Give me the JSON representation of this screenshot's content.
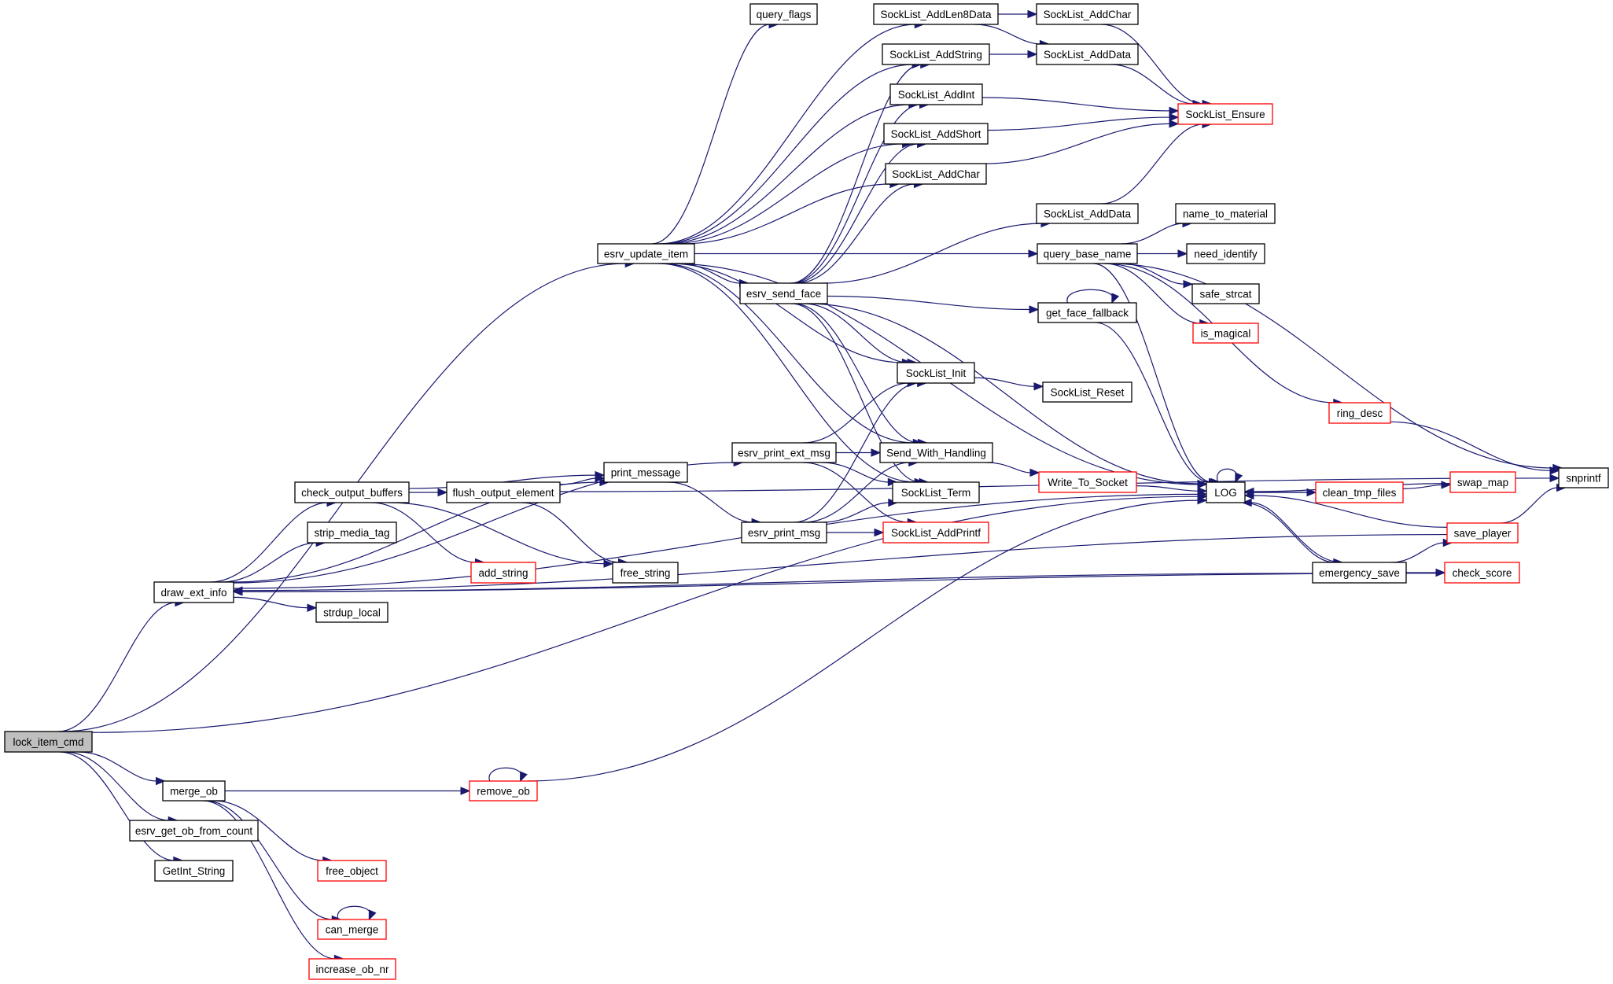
{
  "title": "lock_item_cmd call graph",
  "colors": {
    "edge": "#191970",
    "node_border": "#000000",
    "node_border_truncated": "#ff0000",
    "node_fill": "#ffffff",
    "root_fill": "#bfbfbf"
  },
  "nodes": [
    {
      "id": "lock_item_cmd",
      "label": "lock_item_cmd",
      "kind": "root"
    },
    {
      "id": "esrv_update_item",
      "label": "esrv_update_item",
      "kind": "normal"
    },
    {
      "id": "draw_ext_info",
      "label": "draw_ext_info",
      "kind": "normal"
    },
    {
      "id": "merge_ob",
      "label": "merge_ob",
      "kind": "normal"
    },
    {
      "id": "esrv_get_ob_from_count",
      "label": "esrv_get_ob_from_count",
      "kind": "normal"
    },
    {
      "id": "GetInt_String",
      "label": "GetInt_String",
      "kind": "normal"
    },
    {
      "id": "query_flags",
      "label": "query_flags",
      "kind": "normal"
    },
    {
      "id": "SockList_AddLen8Data",
      "label": "SockList_AddLen8Data",
      "kind": "normal"
    },
    {
      "id": "SockList_AddChar_top",
      "label": "SockList_AddChar",
      "kind": "normal"
    },
    {
      "id": "SockList_AddString",
      "label": "SockList_AddString",
      "kind": "normal"
    },
    {
      "id": "SockList_AddData_top",
      "label": "SockList_AddData",
      "kind": "normal"
    },
    {
      "id": "SockList_AddInt",
      "label": "SockList_AddInt",
      "kind": "normal"
    },
    {
      "id": "SockList_Ensure",
      "label": "SockList_Ensure",
      "kind": "truncated"
    },
    {
      "id": "SockList_AddShort",
      "label": "SockList_AddShort",
      "kind": "normal"
    },
    {
      "id": "SockList_AddChar",
      "label": "SockList_AddChar",
      "kind": "normal"
    },
    {
      "id": "SockList_AddData",
      "label": "SockList_AddData",
      "kind": "normal"
    },
    {
      "id": "name_to_material",
      "label": "name_to_material",
      "kind": "normal"
    },
    {
      "id": "query_base_name",
      "label": "query_base_name",
      "kind": "normal"
    },
    {
      "id": "need_identify",
      "label": "need_identify",
      "kind": "normal"
    },
    {
      "id": "esrv_send_face",
      "label": "esrv_send_face",
      "kind": "normal"
    },
    {
      "id": "safe_strcat",
      "label": "safe_strcat",
      "kind": "normal"
    },
    {
      "id": "get_face_fallback",
      "label": "get_face_fallback",
      "kind": "normal"
    },
    {
      "id": "is_magical",
      "label": "is_magical",
      "kind": "truncated"
    },
    {
      "id": "SockList_Init",
      "label": "SockList_Init",
      "kind": "normal"
    },
    {
      "id": "SockList_Reset",
      "label": "SockList_Reset",
      "kind": "normal"
    },
    {
      "id": "ring_desc",
      "label": "ring_desc",
      "kind": "truncated"
    },
    {
      "id": "esrv_print_ext_msg",
      "label": "esrv_print_ext_msg",
      "kind": "normal"
    },
    {
      "id": "Send_With_Handling",
      "label": "Send_With_Handling",
      "kind": "normal"
    },
    {
      "id": "print_message",
      "label": "print_message",
      "kind": "normal"
    },
    {
      "id": "snprintf",
      "label": "snprintf",
      "kind": "normal"
    },
    {
      "id": "Write_To_Socket",
      "label": "Write_To_Socket",
      "kind": "truncated"
    },
    {
      "id": "swap_map",
      "label": "swap_map",
      "kind": "truncated"
    },
    {
      "id": "check_output_buffers",
      "label": "check_output_buffers",
      "kind": "normal"
    },
    {
      "id": "flush_output_element",
      "label": "flush_output_element",
      "kind": "normal"
    },
    {
      "id": "SockList_Term",
      "label": "SockList_Term",
      "kind": "normal"
    },
    {
      "id": "LOG",
      "label": "LOG",
      "kind": "normal"
    },
    {
      "id": "clean_tmp_files",
      "label": "clean_tmp_files",
      "kind": "truncated"
    },
    {
      "id": "esrv_print_msg",
      "label": "esrv_print_msg",
      "kind": "normal"
    },
    {
      "id": "SockList_AddPrintf",
      "label": "SockList_AddPrintf",
      "kind": "truncated"
    },
    {
      "id": "save_player",
      "label": "save_player",
      "kind": "truncated"
    },
    {
      "id": "strip_media_tag",
      "label": "strip_media_tag",
      "kind": "normal"
    },
    {
      "id": "add_string",
      "label": "add_string",
      "kind": "truncated"
    },
    {
      "id": "free_string",
      "label": "free_string",
      "kind": "normal"
    },
    {
      "id": "emergency_save",
      "label": "emergency_save",
      "kind": "normal"
    },
    {
      "id": "check_score",
      "label": "check_score",
      "kind": "truncated"
    },
    {
      "id": "strdup_local",
      "label": "strdup_local",
      "kind": "normal"
    },
    {
      "id": "remove_ob",
      "label": "remove_ob",
      "kind": "truncated"
    },
    {
      "id": "free_object",
      "label": "free_object",
      "kind": "truncated"
    },
    {
      "id": "can_merge",
      "label": "can_merge",
      "kind": "truncated"
    },
    {
      "id": "increase_ob_nr",
      "label": "increase_ob_nr",
      "kind": "truncated"
    }
  ],
  "edges": [
    {
      "from": "lock_item_cmd",
      "to": "esrv_update_item"
    },
    {
      "from": "lock_item_cmd",
      "to": "draw_ext_info"
    },
    {
      "from": "lock_item_cmd",
      "to": "LOG"
    },
    {
      "from": "lock_item_cmd",
      "to": "merge_ob"
    },
    {
      "from": "lock_item_cmd",
      "to": "esrv_get_ob_from_count"
    },
    {
      "from": "lock_item_cmd",
      "to": "GetInt_String"
    },
    {
      "from": "esrv_update_item",
      "to": "query_flags"
    },
    {
      "from": "esrv_update_item",
      "to": "SockList_AddLen8Data"
    },
    {
      "from": "esrv_update_item",
      "to": "SockList_AddString"
    },
    {
      "from": "esrv_update_item",
      "to": "SockList_AddInt"
    },
    {
      "from": "esrv_update_item",
      "to": "SockList_AddShort"
    },
    {
      "from": "esrv_update_item",
      "to": "SockList_AddChar"
    },
    {
      "from": "esrv_update_item",
      "to": "query_base_name"
    },
    {
      "from": "esrv_update_item",
      "to": "esrv_send_face"
    },
    {
      "from": "esrv_update_item",
      "to": "SockList_Init"
    },
    {
      "from": "esrv_update_item",
      "to": "Send_With_Handling"
    },
    {
      "from": "esrv_update_item",
      "to": "SockList_Term"
    },
    {
      "from": "esrv_update_item",
      "to": "LOG"
    },
    {
      "from": "SockList_AddLen8Data",
      "to": "SockList_AddChar_top"
    },
    {
      "from": "SockList_AddLen8Data",
      "to": "SockList_AddData_top"
    },
    {
      "from": "SockList_AddString",
      "to": "SockList_AddData_top"
    },
    {
      "from": "SockList_AddChar_top",
      "to": "SockList_Ensure"
    },
    {
      "from": "SockList_AddData_top",
      "to": "SockList_Ensure"
    },
    {
      "from": "SockList_AddInt",
      "to": "SockList_Ensure"
    },
    {
      "from": "SockList_AddShort",
      "to": "SockList_Ensure"
    },
    {
      "from": "SockList_AddChar",
      "to": "SockList_Ensure"
    },
    {
      "from": "SockList_AddData",
      "to": "SockList_Ensure"
    },
    {
      "from": "esrv_send_face",
      "to": "SockList_AddString"
    },
    {
      "from": "esrv_send_face",
      "to": "SockList_AddInt"
    },
    {
      "from": "esrv_send_face",
      "to": "SockList_AddShort"
    },
    {
      "from": "esrv_send_face",
      "to": "SockList_AddChar"
    },
    {
      "from": "esrv_send_face",
      "to": "SockList_AddData"
    },
    {
      "from": "esrv_send_face",
      "to": "get_face_fallback"
    },
    {
      "from": "esrv_send_face",
      "to": "SockList_Init"
    },
    {
      "from": "esrv_send_face",
      "to": "Send_With_Handling"
    },
    {
      "from": "esrv_send_face",
      "to": "SockList_Term"
    },
    {
      "from": "esrv_send_face",
      "to": "LOG"
    },
    {
      "from": "query_base_name",
      "to": "name_to_material"
    },
    {
      "from": "query_base_name",
      "to": "need_identify"
    },
    {
      "from": "query_base_name",
      "to": "safe_strcat"
    },
    {
      "from": "query_base_name",
      "to": "is_magical"
    },
    {
      "from": "query_base_name",
      "to": "ring_desc"
    },
    {
      "from": "query_base_name",
      "to": "snprintf"
    },
    {
      "from": "query_base_name",
      "to": "LOG"
    },
    {
      "from": "get_face_fallback",
      "to": "get_face_fallback"
    },
    {
      "from": "get_face_fallback",
      "to": "LOG"
    },
    {
      "from": "SockList_Init",
      "to": "SockList_Reset"
    },
    {
      "from": "ring_desc",
      "to": "snprintf"
    },
    {
      "from": "draw_ext_info",
      "to": "esrv_print_ext_msg"
    },
    {
      "from": "draw_ext_info",
      "to": "print_message"
    },
    {
      "from": "draw_ext_info",
      "to": "check_output_buffers"
    },
    {
      "from": "draw_ext_info",
      "to": "strip_media_tag"
    },
    {
      "from": "draw_ext_info",
      "to": "strdup_local"
    },
    {
      "from": "draw_ext_info",
      "to": "LOG"
    },
    {
      "from": "esrv_print_ext_msg",
      "to": "SockList_Init"
    },
    {
      "from": "esrv_print_ext_msg",
      "to": "Send_With_Handling"
    },
    {
      "from": "esrv_print_ext_msg",
      "to": "SockList_Term"
    },
    {
      "from": "esrv_print_ext_msg",
      "to": "SockList_AddPrintf"
    },
    {
      "from": "esrv_print_msg",
      "to": "SockList_Init"
    },
    {
      "from": "esrv_print_msg",
      "to": "Send_With_Handling"
    },
    {
      "from": "esrv_print_msg",
      "to": "SockList_Term"
    },
    {
      "from": "esrv_print_msg",
      "to": "SockList_AddPrintf"
    },
    {
      "from": "print_message",
      "to": "esrv_print_msg"
    },
    {
      "from": "check_output_buffers",
      "to": "print_message"
    },
    {
      "from": "check_output_buffers",
      "to": "flush_output_element"
    },
    {
      "from": "check_output_buffers",
      "to": "add_string"
    },
    {
      "from": "check_output_buffers",
      "to": "free_string"
    },
    {
      "from": "flush_output_element",
      "to": "print_message"
    },
    {
      "from": "flush_output_element",
      "to": "free_string"
    },
    {
      "from": "flush_output_element",
      "to": "snprintf"
    },
    {
      "from": "Send_With_Handling",
      "to": "Write_To_Socket"
    },
    {
      "from": "Write_To_Socket",
      "to": "LOG"
    },
    {
      "from": "LOG",
      "to": "LOG"
    },
    {
      "from": "LOG",
      "to": "clean_tmp_files"
    },
    {
      "from": "LOG",
      "to": "emergency_save"
    },
    {
      "from": "clean_tmp_files",
      "to": "LOG"
    },
    {
      "from": "clean_tmp_files",
      "to": "swap_map"
    },
    {
      "from": "swap_map",
      "to": "LOG"
    },
    {
      "from": "save_player",
      "to": "LOG"
    },
    {
      "from": "save_player",
      "to": "snprintf"
    },
    {
      "from": "save_player",
      "to": "draw_ext_info"
    },
    {
      "from": "emergency_save",
      "to": "LOG"
    },
    {
      "from": "emergency_save",
      "to": "save_player"
    },
    {
      "from": "emergency_save",
      "to": "check_score"
    },
    {
      "from": "emergency_save",
      "to": "draw_ext_info"
    },
    {
      "from": "check_score",
      "to": "draw_ext_info"
    },
    {
      "from": "merge_ob",
      "to": "remove_ob"
    },
    {
      "from": "merge_ob",
      "to": "free_object"
    },
    {
      "from": "merge_ob",
      "to": "can_merge"
    },
    {
      "from": "merge_ob",
      "to": "increase_ob_nr"
    },
    {
      "from": "remove_ob",
      "to": "remove_ob"
    },
    {
      "from": "remove_ob",
      "to": "LOG"
    },
    {
      "from": "can_merge",
      "to": "can_merge"
    }
  ]
}
